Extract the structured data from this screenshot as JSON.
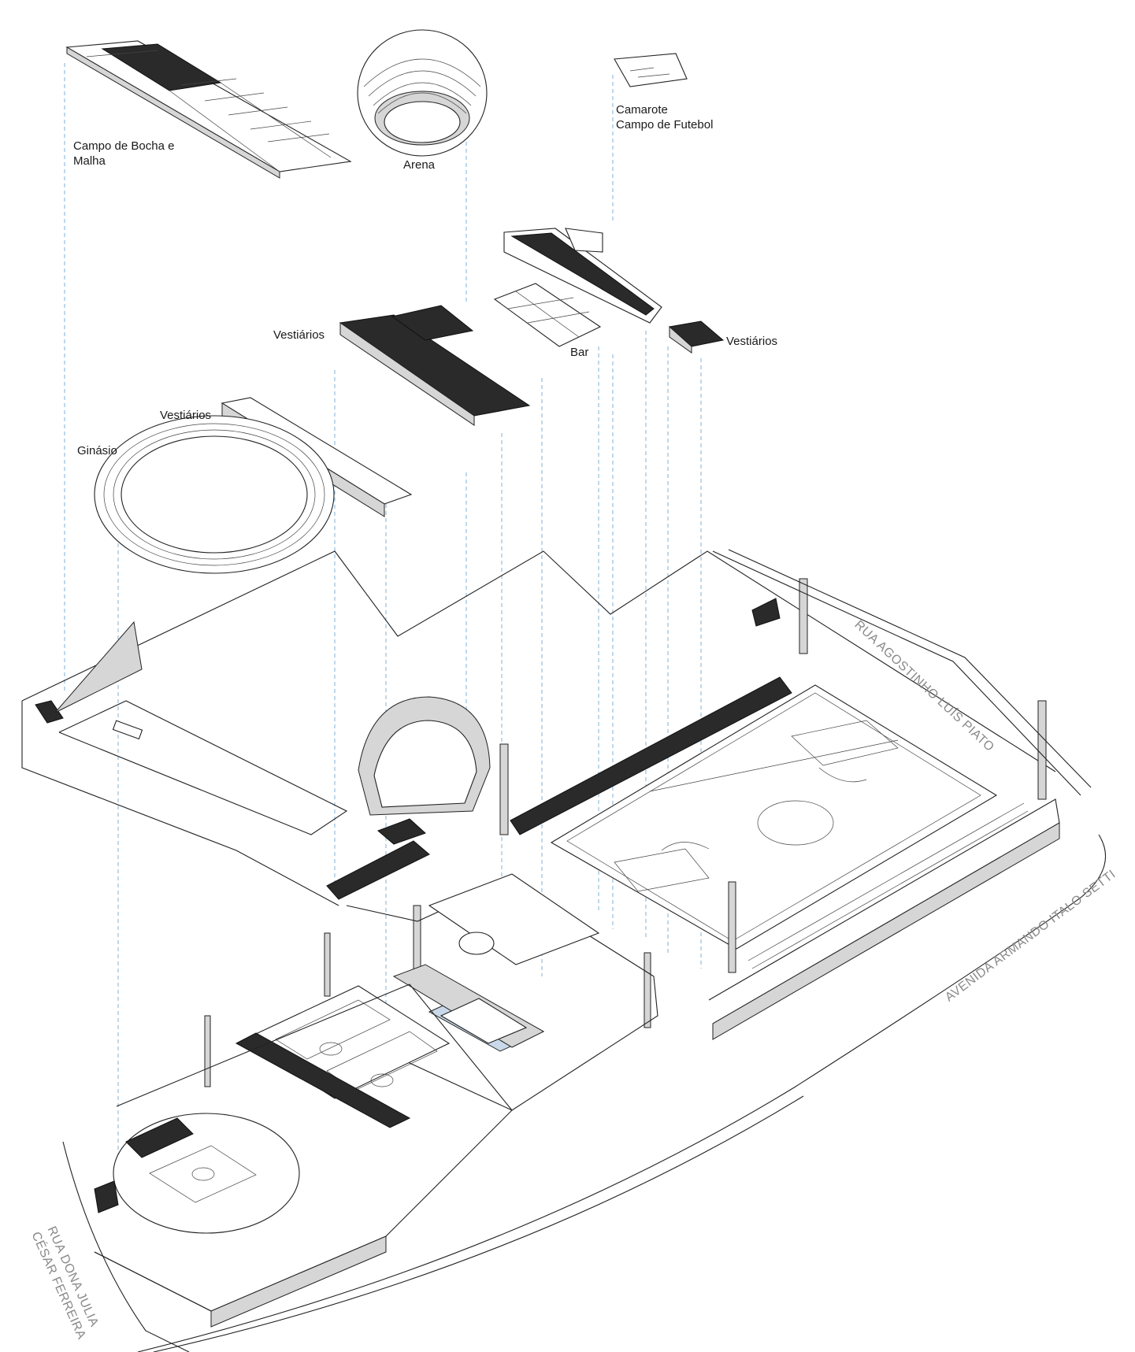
{
  "labels": {
    "bocha": "Campo de Bocha e\nMalha",
    "arena": "Arena",
    "camarote_line1": "Camarote",
    "camarote_line2": "Campo de Futebol",
    "vestiarios_center": "Vestiários",
    "bar": "Bar",
    "vestiarios_right": "Vestiários",
    "vestiarios_left": "Vestiários",
    "ginasio": "Ginásio"
  },
  "streets": {
    "agostinho": "RUA AGOSTINHO LUÍS PIATO",
    "armando": "AVENIDA ARMANDO ITALO SETTI",
    "julia_line1": "RUA DONA JULIA",
    "julia_line2": "CÉSAR FERREIRA"
  },
  "colors": {
    "line": "#222222",
    "leader": "#7fb0d8",
    "street_text": "#8a8a8a",
    "pool_water": "#c9d9ea"
  }
}
